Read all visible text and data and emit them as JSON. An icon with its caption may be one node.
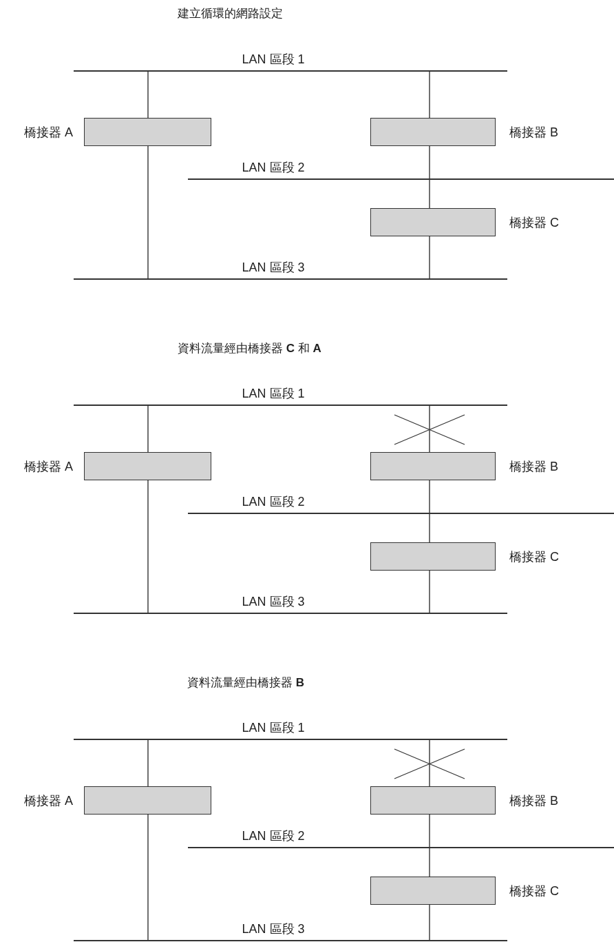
{
  "diagram": {
    "nodes": [
      {
        "text": [],
        "shape": "line",
        "beside": [
          "LAN 區段 1"
        ]
      },
      {
        "text": [],
        "shape": "box",
        "beside": [
          "橋接器 A"
        ]
      },
      {
        "text": [],
        "shape": "box",
        "beside": [
          "橋接器 B"
        ]
      },
      {
        "text": [],
        "shape": "line",
        "beside": [
          "LAN 區段 2"
        ]
      },
      {
        "text": [],
        "shape": "box",
        "beside": [
          "橋接器 C"
        ]
      },
      {
        "text": [],
        "shape": "line",
        "beside": [
          "LAN 區段 3"
        ]
      },
      {
        "text": [],
        "shape": "line",
        "beside": [
          "LAN 區段 1"
        ]
      },
      {
        "text": [],
        "shape": "box",
        "beside": [
          "橋接器 A"
        ]
      },
      {
        "text": [],
        "shape": "box",
        "beside": [
          "橋接器 B"
        ]
      },
      {
        "text": [],
        "shape": "line",
        "beside": [
          "LAN 區段 2"
        ]
      },
      {
        "text": [],
        "shape": "box",
        "beside": [
          "橋接器 C"
        ]
      },
      {
        "text": [],
        "shape": "line",
        "beside": [
          "LAN 區段 3"
        ]
      },
      {
        "text": [],
        "shape": "cross"
      },
      {
        "text": [],
        "shape": "line",
        "beside": [
          "LAN 區段 1"
        ]
      },
      {
        "text": [],
        "shape": "box",
        "beside": [
          "橋接器 A"
        ]
      },
      {
        "text": [],
        "shape": "box",
        "beside": [
          "橋接器 B"
        ]
      },
      {
        "text": [],
        "shape": "line",
        "beside": [
          "LAN 區段 2"
        ]
      },
      {
        "text": [],
        "shape": "box",
        "beside": [
          "橋接器 C"
        ]
      },
      {
        "text": [],
        "shape": "line",
        "beside": [
          "LAN 區段 3"
        ]
      },
      {
        "text": [],
        "shape": "cross"
      }
    ],
    "edges": [
      {
        "from": 0,
        "to": 1,
        "arrow": "none"
      },
      {
        "from": 1,
        "to": 5,
        "arrow": "none"
      },
      {
        "from": 0,
        "to": 2,
        "arrow": "none"
      },
      {
        "from": 2,
        "to": 3,
        "arrow": "none"
      },
      {
        "from": 3,
        "to": 4,
        "arrow": "none"
      },
      {
        "from": 4,
        "to": 5,
        "arrow": "none"
      },
      {
        "from": 6,
        "to": 7,
        "arrow": "none"
      },
      {
        "from": 7,
        "to": 11,
        "arrow": "none"
      },
      {
        "from": 6,
        "to": 12,
        "arrow": "none"
      },
      {
        "from": 12,
        "to": 8,
        "arrow": "none"
      },
      {
        "from": 8,
        "to": 9,
        "arrow": "none"
      },
      {
        "from": 9,
        "to": 10,
        "arrow": "none"
      },
      {
        "from": 10,
        "to": 11,
        "arrow": "none"
      },
      {
        "from": 13,
        "to": 14,
        "arrow": "none"
      },
      {
        "from": 14,
        "to": 18,
        "arrow": "none"
      },
      {
        "from": 13,
        "to": 19,
        "arrow": "none"
      },
      {
        "from": 19,
        "to": 15,
        "arrow": "none"
      },
      {
        "from": 15,
        "to": 16,
        "arrow": "none"
      },
      {
        "from": 16,
        "to": 17,
        "arrow": "none"
      },
      {
        "from": 17,
        "to": 18,
        "arrow": "none"
      }
    ],
    "labels": [
      "建立循環的網路設定",
      "資料流量經由橋接器 **C** 和 **A**",
      "資料流量經由橋接器 **B**"
    ]
  }
}
